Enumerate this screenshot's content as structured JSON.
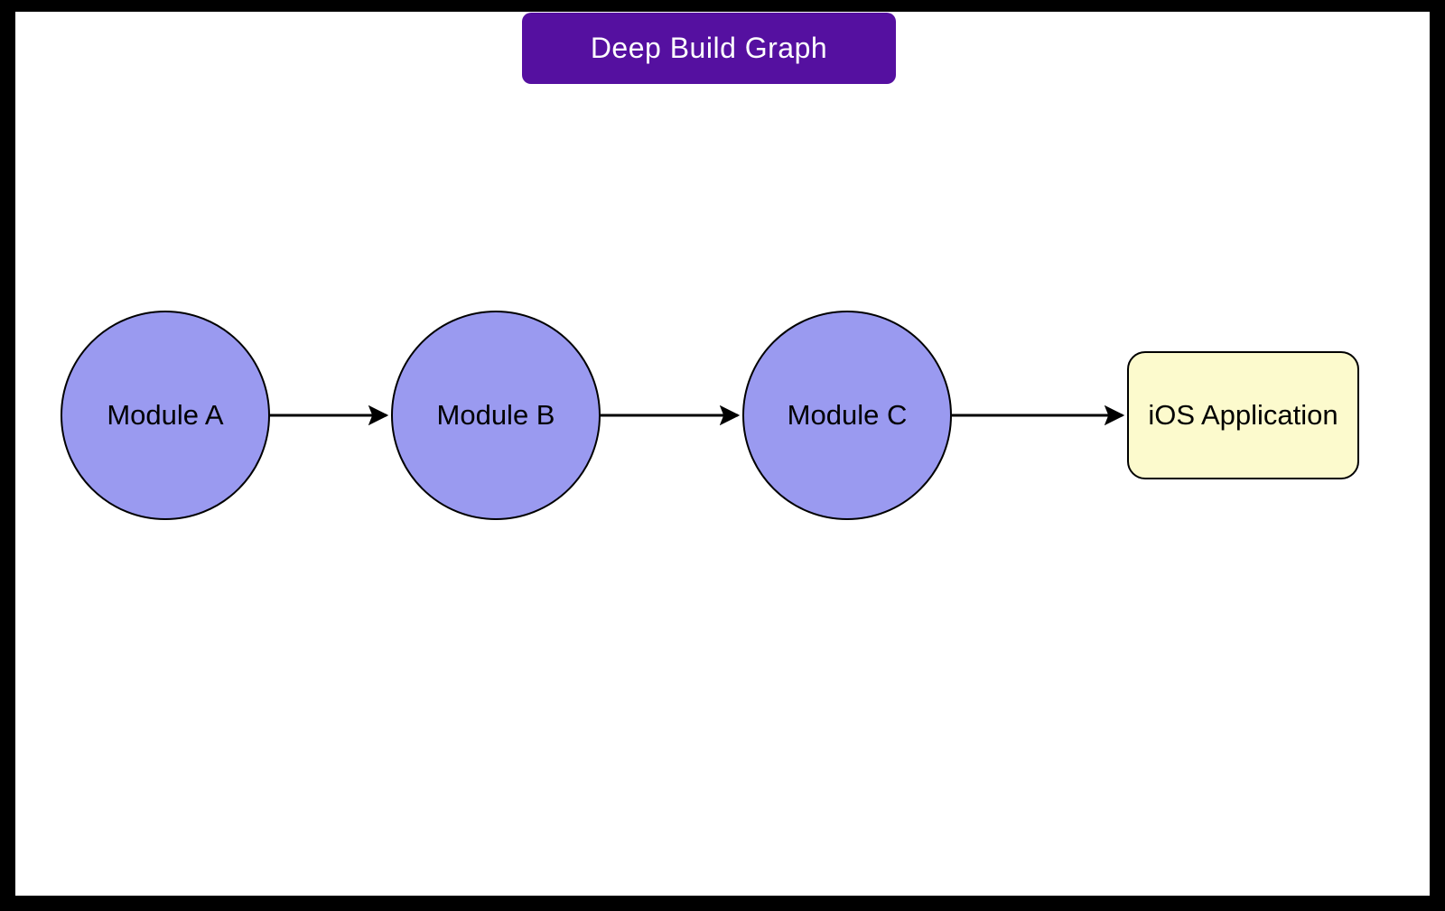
{
  "diagram": {
    "title": "Deep Build Graph",
    "colors": {
      "frame_bg": "#000000",
      "canvas_bg": "#ffffff",
      "title_bg": "#5510a0",
      "title_text": "#ffffff",
      "module_fill": "#9a9af0",
      "app_fill": "#fcfacd",
      "node_border": "#000000",
      "edge_color": "#000000"
    },
    "nodes": [
      {
        "id": "module-a",
        "label": "Module A",
        "shape": "circle"
      },
      {
        "id": "module-b",
        "label": "Module B",
        "shape": "circle"
      },
      {
        "id": "module-c",
        "label": "Module C",
        "shape": "circle"
      },
      {
        "id": "ios-application",
        "label": "iOS Application",
        "shape": "rounded-rect"
      }
    ],
    "edges": [
      {
        "from": "module-a",
        "to": "module-b"
      },
      {
        "from": "module-b",
        "to": "module-c"
      },
      {
        "from": "module-c",
        "to": "ios-application"
      }
    ]
  }
}
